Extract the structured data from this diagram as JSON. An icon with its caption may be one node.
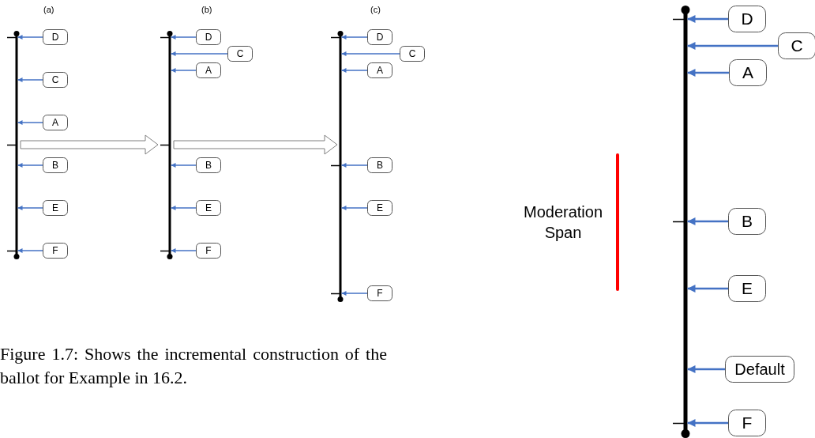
{
  "diagram": {
    "caption": "Figure 1.7: Shows the incremental construction of the ballot for Example in 16.2.",
    "nodes": [
      {
        "text": [],
        "shape": "bar"
      },
      {
        "text": [
          "D"
        ]
      },
      {
        "text": [
          "C"
        ]
      },
      {
        "text": [
          "A"
        ]
      },
      {
        "text": [
          "B"
        ]
      },
      {
        "text": [
          "E"
        ]
      },
      {
        "text": [
          "F"
        ]
      },
      {
        "text": [],
        "shape": "bar"
      },
      {
        "text": [
          "D"
        ]
      },
      {
        "text": [
          "C"
        ]
      },
      {
        "text": [
          "A"
        ]
      },
      {
        "text": [
          "B"
        ]
      },
      {
        "text": [
          "E"
        ]
      },
      {
        "text": [
          "F"
        ]
      },
      {
        "text": [],
        "shape": "bar"
      },
      {
        "text": [
          "D"
        ]
      },
      {
        "text": [
          "C"
        ]
      },
      {
        "text": [
          "A"
        ]
      },
      {
        "text": [
          "B"
        ]
      },
      {
        "text": [
          "E"
        ]
      },
      {
        "text": [
          "F"
        ]
      },
      {
        "text": [],
        "shape": "bar"
      },
      {
        "text": [
          "D"
        ]
      },
      {
        "text": [
          "C"
        ]
      },
      {
        "text": [
          "A"
        ]
      },
      {
        "text": [
          "B"
        ]
      },
      {
        "text": [
          "E"
        ]
      },
      {
        "text": [
          "Default"
        ]
      },
      {
        "text": [
          "F"
        ]
      }
    ],
    "edges": [
      {
        "from": 1,
        "to": 0,
        "arrow": "to"
      },
      {
        "from": 2,
        "to": 0,
        "arrow": "to"
      },
      {
        "from": 3,
        "to": 0,
        "arrow": "to"
      },
      {
        "from": 4,
        "to": 0,
        "arrow": "to"
      },
      {
        "from": 5,
        "to": 0,
        "arrow": "to"
      },
      {
        "from": 6,
        "to": 0,
        "arrow": "to"
      },
      {
        "from": 0,
        "to": 7,
        "arrow": "to",
        "style": "thick",
        "color": "#7f7f7f"
      },
      {
        "from": 8,
        "to": 7,
        "arrow": "to"
      },
      {
        "from": 9,
        "to": 7,
        "arrow": "to"
      },
      {
        "from": 10,
        "to": 7,
        "arrow": "to"
      },
      {
        "from": 11,
        "to": 7,
        "arrow": "to"
      },
      {
        "from": 12,
        "to": 7,
        "arrow": "to"
      },
      {
        "from": 13,
        "to": 7,
        "arrow": "to"
      },
      {
        "from": 7,
        "to": 14,
        "arrow": "to",
        "style": "thick",
        "color": "#7f7f7f"
      },
      {
        "from": 15,
        "to": 14,
        "arrow": "to"
      },
      {
        "from": 16,
        "to": 14,
        "arrow": "to"
      },
      {
        "from": 17,
        "to": 14,
        "arrow": "to"
      },
      {
        "from": 18,
        "to": 14,
        "arrow": "to"
      },
      {
        "from": 19,
        "to": 14,
        "arrow": "to"
      },
      {
        "from": 20,
        "to": 14,
        "arrow": "to"
      },
      {
        "from": 22,
        "to": 21,
        "arrow": "to"
      },
      {
        "from": 23,
        "to": 21,
        "arrow": "to"
      },
      {
        "from": 24,
        "to": 21,
        "arrow": "to"
      },
      {
        "from": 25,
        "to": 21,
        "arrow": "to"
      },
      {
        "from": 26,
        "to": 21,
        "arrow": "to"
      },
      {
        "from": 27,
        "to": 21,
        "arrow": "to"
      },
      {
        "from": 28,
        "to": 21,
        "arrow": "to"
      }
    ],
    "labels": [
      "(a)",
      "(b)",
      "(c)",
      "Moderation Span"
    ]
  }
}
